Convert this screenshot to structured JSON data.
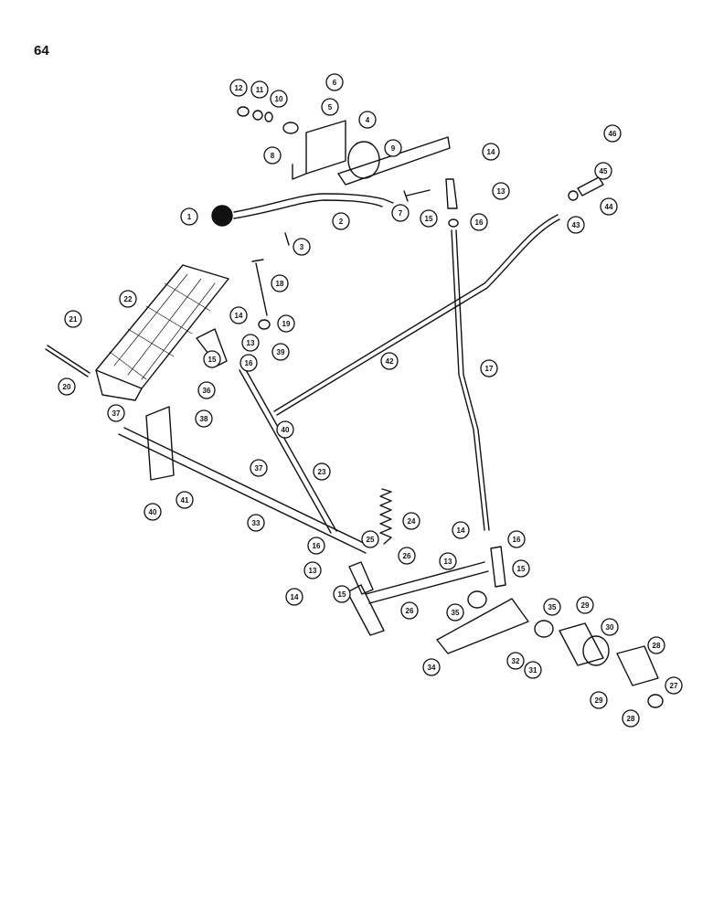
{
  "page_number": "64",
  "colors": {
    "ink": "#111111",
    "paper": "#ffffff"
  },
  "callouts": [
    "1",
    "2",
    "3",
    "4",
    "5",
    "6",
    "7",
    "8",
    "9",
    "10",
    "11",
    "12",
    "13",
    "14",
    "15",
    "16",
    "17",
    "18",
    "19",
    "20",
    "21",
    "22",
    "23",
    "24",
    "25",
    "26",
    "27",
    "28",
    "29",
    "30",
    "31",
    "32",
    "33",
    "34",
    "35",
    "36",
    "37",
    "38",
    "39",
    "40",
    "41",
    "42",
    "43",
    "44",
    "45",
    "46"
  ]
}
